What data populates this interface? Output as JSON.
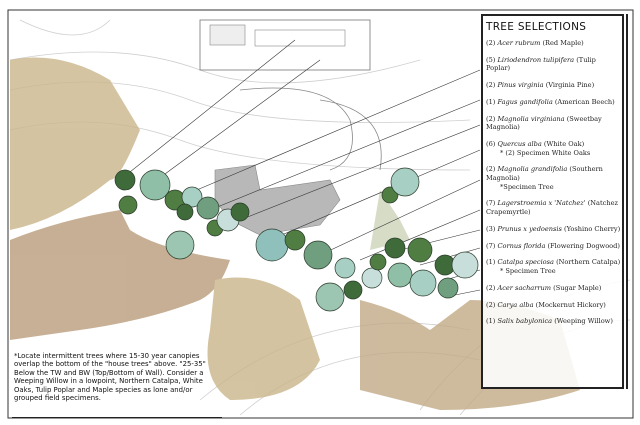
{
  "legend": {
    "title": "TREE SELECTIONS",
    "entries": [
      {
        "qty": "(2)",
        "latin": "Acer rubrum",
        "common": "(Red Maple)"
      },
      {
        "qty": "(5)",
        "latin": "Liriodendron tulipifera",
        "common": "(Tulip Poplar)"
      },
      {
        "qty": "(2)",
        "latin": "Pinus virginia",
        "common": "(Virginia Pine)"
      },
      {
        "qty": "(1)",
        "latin": "Fagus gandifolia",
        "common": "(American Beech)"
      },
      {
        "qty": "(2)",
        "latin": "Magnolia virginiana",
        "common": "(Sweetbay Magnolia)"
      },
      {
        "qty": "(6)",
        "latin": "Quercus alba",
        "common": "(White Oak)",
        "note": "* (2) Specimen White Oaks"
      },
      {
        "qty": "(2)",
        "latin": "Magnolia grandifolia",
        "common": "(Southern Magnolia)",
        "note": "*Specimen Tree"
      },
      {
        "qty": "(7)",
        "latin": "Lagerstroemia x 'Natchez'",
        "common": "(Natchez Crapemyrtle)"
      },
      {
        "qty": "(3)",
        "latin": "Prunus x yedoensis",
        "common": "(Yoshino Cherry)"
      },
      {
        "qty": "(7)",
        "latin": "Cornus florida",
        "common": "(Flowering Dogwood)"
      },
      {
        "qty": "(1)",
        "latin": "Catalpa speciosa",
        "common": "(Northern Catalpa)",
        "note": "* Specimen Tree"
      },
      {
        "qty": "(2)",
        "latin": "Acer sacharrum",
        "common": "(Sugar Maple)"
      },
      {
        "qty": "(2)",
        "latin": "Carya alba",
        "common": "(Mockernut Hickory)"
      },
      {
        "qty": "(1)",
        "latin": "Salix babylonica",
        "common": "(Weeping Willow)"
      }
    ]
  },
  "note": "*Locate intermittent trees where 15-30 year canopies overlap the bottom of the \"house trees\" above. \"25-35\" Below the TW and BW (Top/Bottom of Wall). Consider a Weeping Willow in a lowpoint, Northern Catalpa, White Oaks, Tulip Poplar and Maple species as lone and/or grouped field specimens.",
  "colors": {
    "meadow": "#c9b58a",
    "tree_light": "#a8cfc4",
    "tree_dark": "#3f6b3a",
    "building": "#b8b8b8"
  }
}
